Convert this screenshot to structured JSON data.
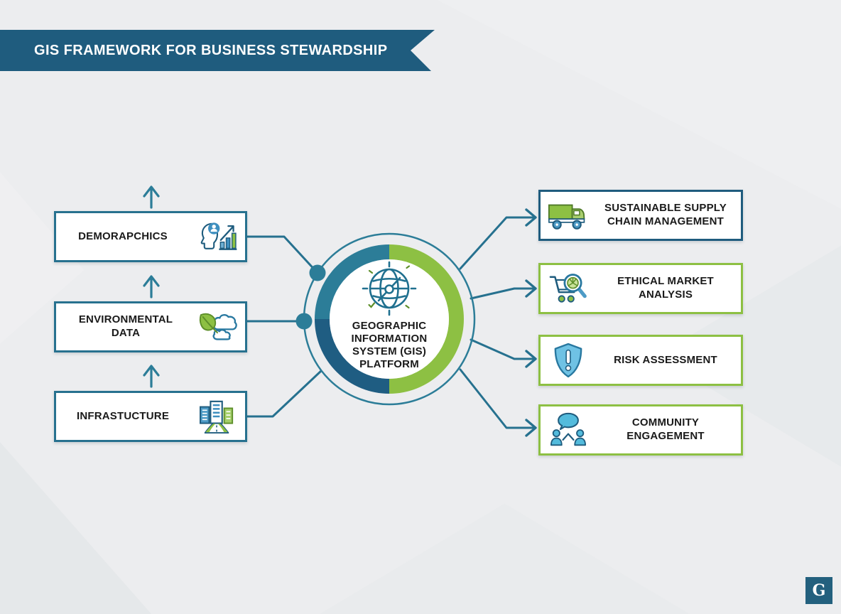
{
  "banner": {
    "title": "GIS FRAMEWORK FOR BUSINESS STEWARDSHIP"
  },
  "center": {
    "label": "GEOGRAPHIC INFORMATION SYSTEM (GIS) PLATFORM",
    "icon": "globe-network-icon"
  },
  "left_boxes": [
    {
      "label": "DEMORAPCHICS",
      "icon": "demographics-icon"
    },
    {
      "label": "ENVIRONMENTAL DATA",
      "icon": "leaf-cloud-icon"
    },
    {
      "label": "INFRASTUCTURE",
      "icon": "buildings-road-icon"
    }
  ],
  "right_boxes": [
    {
      "label": "SUSTAINABLE SUPPLY CHAIN MANAGEMENT",
      "icon": "delivery-truck-icon",
      "border_color": "#1F5C7E"
    },
    {
      "label": "ETHICAL MARKET ANALYSIS",
      "icon": "cart-magnifier-icon",
      "border_color": "#8DC043"
    },
    {
      "label": "RISK ASSESSMENT",
      "icon": "shield-alert-icon",
      "border_color": "#8DC043"
    },
    {
      "label": "COMMUNITY ENGAGEMENT",
      "icon": "community-chat-icon",
      "border_color": "#8DC043"
    }
  ],
  "logo": {
    "monogram": "G"
  },
  "colors": {
    "banner": "#1F5C7E",
    "connector": "#26718F",
    "ring_green": "#8DC043",
    "ring_teal": "#2C7D98",
    "ring_navy": "#1F5D82",
    "box_border_teal": "#27718F",
    "background": "#ECEDEF"
  }
}
